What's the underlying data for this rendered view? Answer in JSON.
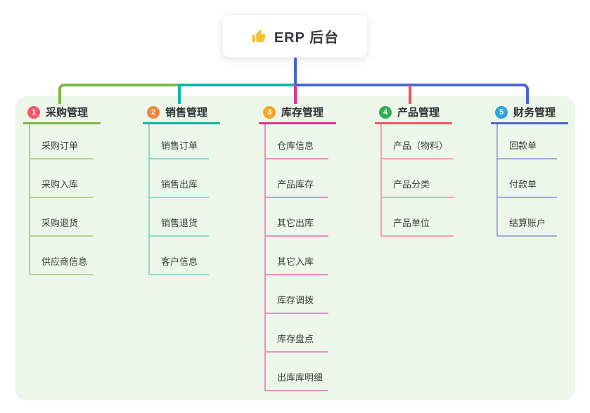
{
  "root": {
    "title": "ERP 后台",
    "icon": "thumbs-up-icon",
    "icon_color": "#f7c033",
    "connector_color": "#4866d2"
  },
  "branches": [
    {
      "number": "1",
      "label": "采购管理",
      "badge_color": "#f2586a",
      "line_color": "#7cb93f",
      "item_line_color": "#aed58f",
      "items": [
        "采购订单",
        "采购入库",
        "采购退货",
        "供应商信息"
      ]
    },
    {
      "number": "2",
      "label": "销售管理",
      "badge_color": "#f7823f",
      "line_color": "#14b3a7",
      "item_line_color": "#8bd8d1",
      "items": [
        "销售订单",
        "销售出库",
        "销售退货",
        "客户信息"
      ]
    },
    {
      "number": "3",
      "label": "库存管理",
      "badge_color": "#f6a71f",
      "line_color": "#d83793",
      "item_line_color": "#ee8cc3",
      "items": [
        "仓库信息",
        "产品库存",
        "其它出库",
        "其它入库",
        "库存调拨",
        "库存盘点",
        "出库库明细"
      ]
    },
    {
      "number": "4",
      "label": "产品管理",
      "badge_color": "#2cb151",
      "line_color": "#f2555c",
      "item_line_color": "#f9a2a6",
      "items": [
        "产品（物料）",
        "产品分类",
        "产品单位"
      ]
    },
    {
      "number": "5",
      "label": "财务管理",
      "badge_color": "#2aa6da",
      "line_color": "#4866d2",
      "item_line_color": "#9aace2",
      "items": [
        "回款单",
        "付款单",
        "结算账户"
      ]
    }
  ],
  "panel_color": "#edf7e9"
}
